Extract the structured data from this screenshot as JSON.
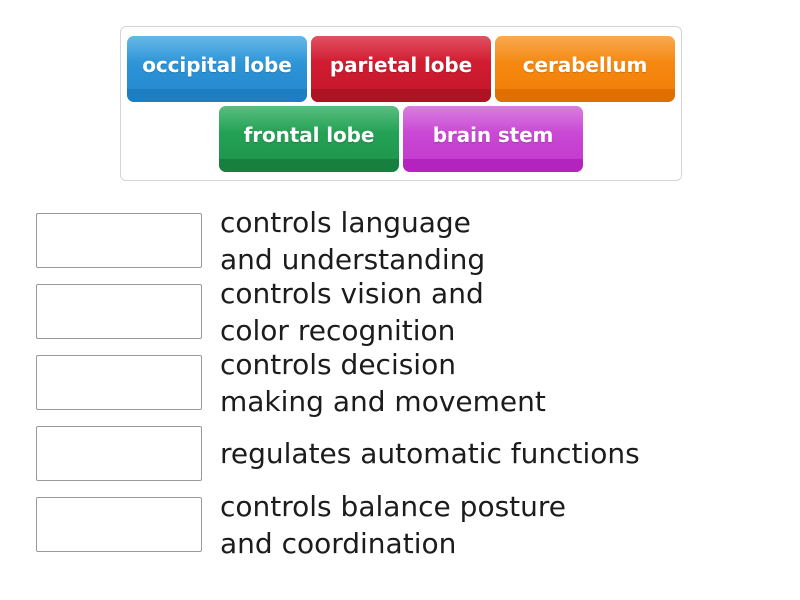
{
  "activity": {
    "type": "match-up-drag-and-drop",
    "topic": "brain anatomy"
  },
  "tile_bank": {
    "rows": [
      [
        {
          "label": "occipital lobe",
          "color": "#2a90d4",
          "color_name": "blue"
        },
        {
          "label": "parietal lobe",
          "color": "#cc1a2e",
          "color_name": "red"
        },
        {
          "label": "cerabellum",
          "color": "#f4850d",
          "color_name": "orange"
        }
      ],
      [
        {
          "label": "frontal lobe",
          "color": "#229d52",
          "color_name": "green"
        },
        {
          "label": "brain stem",
          "color": "#c742d2",
          "color_name": "purple"
        }
      ]
    ]
  },
  "answers": {
    "rows": [
      {
        "dropzone_value": "",
        "text": "controls language\nand understanding"
      },
      {
        "dropzone_value": "",
        "text": "controls vision and\ncolor recognition"
      },
      {
        "dropzone_value": "",
        "text": "controls decision\nmaking and movement"
      },
      {
        "dropzone_value": "",
        "text": "regulates automatic functions"
      },
      {
        "dropzone_value": "",
        "text": "controls balance posture\nand coordination"
      }
    ]
  }
}
